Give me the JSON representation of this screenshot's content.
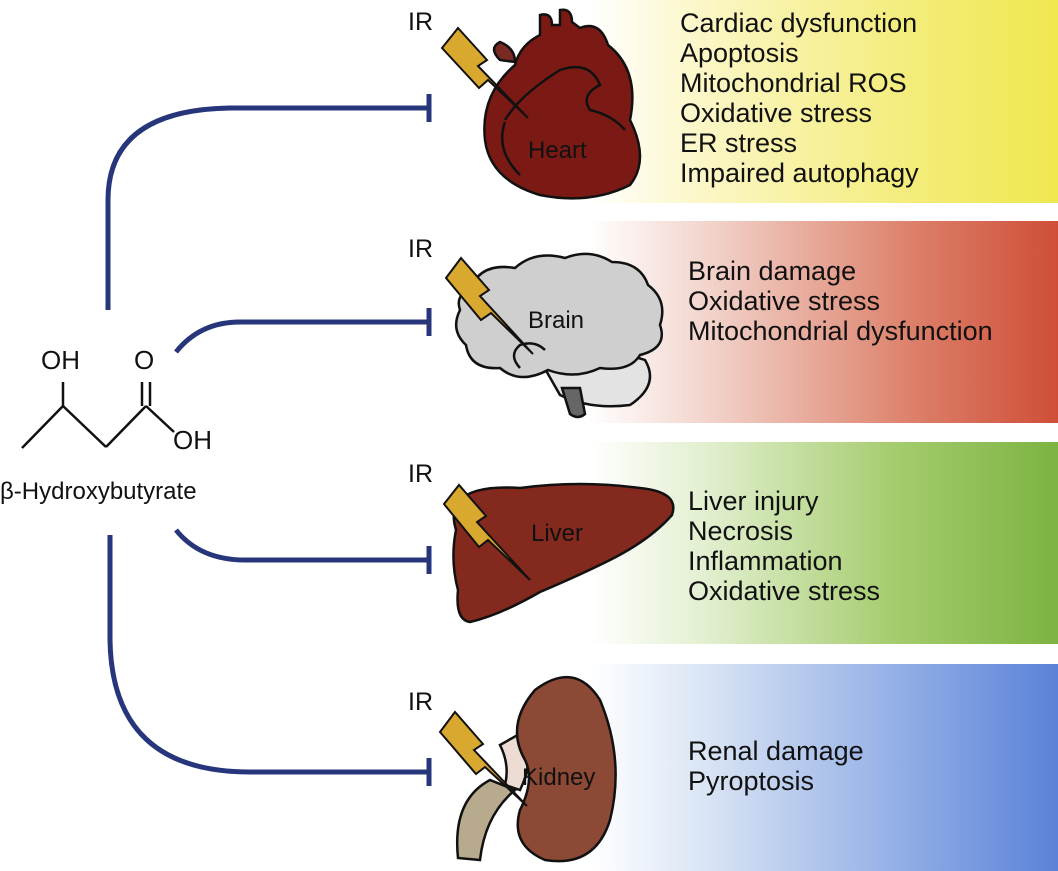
{
  "compound": {
    "name": "β-Hydroxybutyrate",
    "groups": [
      "OH",
      "O",
      "OH"
    ]
  },
  "connector_color": "#27357a",
  "stimulus_label": "IR",
  "organs": [
    {
      "name": "Heart",
      "band_color_end": "#efe84f",
      "effects": [
        "Cardiac dysfunction",
        "Apoptosis",
        "Mitochondrial ROS",
        "Oxidative stress",
        "ER stress",
        "Impaired autophagy"
      ]
    },
    {
      "name": "Brain",
      "band_color_end": "#d2503a",
      "effects": [
        "Brain damage",
        "Oxidative stress",
        "Mitochondrial dysfunction"
      ]
    },
    {
      "name": "Liver",
      "band_color_end": "#7cb342",
      "effects": [
        "Liver injury",
        "Necrosis",
        "Inflammation",
        "Oxidative stress"
      ]
    },
    {
      "name": "Kidney",
      "band_color_end": "#5a82d8",
      "effects": [
        "Renal damage",
        "Pyroptosis"
      ]
    }
  ]
}
